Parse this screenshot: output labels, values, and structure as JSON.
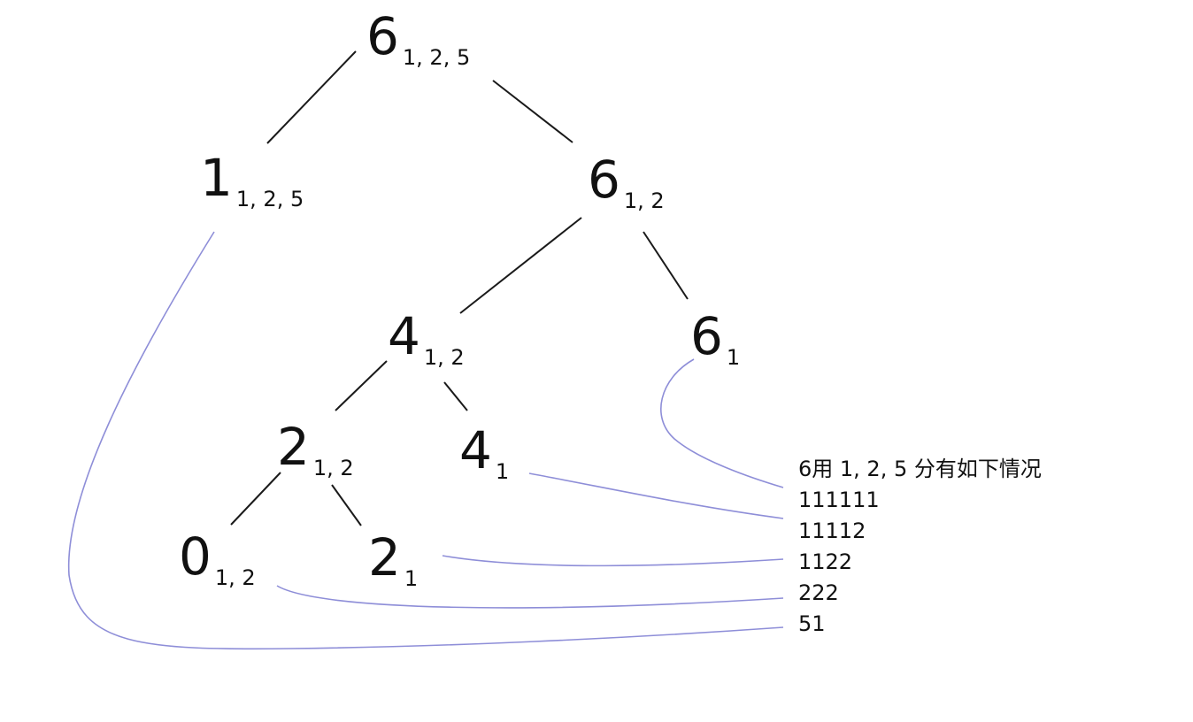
{
  "tree": {
    "nodes": [
      {
        "id": "n-root",
        "value": "6",
        "coins": "1, 2, 5"
      },
      {
        "id": "n-l1",
        "value": "1",
        "coins": "1, 2, 5"
      },
      {
        "id": "n-r1",
        "value": "6",
        "coins": "1, 2"
      },
      {
        "id": "n-r1-l",
        "value": "4",
        "coins": "1, 2"
      },
      {
        "id": "n-r1-r",
        "value": "6",
        "coins": "1"
      },
      {
        "id": "n-4-l",
        "value": "2",
        "coins": "1, 2"
      },
      {
        "id": "n-4-r",
        "value": "4",
        "coins": "1"
      },
      {
        "id": "n-2-l",
        "value": "0",
        "coins": "1, 2"
      },
      {
        "id": "n-2-r",
        "value": "2",
        "coins": "1"
      }
    ],
    "edges": [
      [
        "n-root",
        "n-l1"
      ],
      [
        "n-root",
        "n-r1"
      ],
      [
        "n-r1",
        "n-r1-l"
      ],
      [
        "n-r1",
        "n-r1-r"
      ],
      [
        "n-r1-l",
        "n-4-l"
      ],
      [
        "n-r1-l",
        "n-4-r"
      ],
      [
        "n-4-l",
        "n-2-l"
      ],
      [
        "n-4-l",
        "n-2-r"
      ]
    ]
  },
  "legend": {
    "title": "6用 1, 2, 5 分有如下情况",
    "items": [
      "111111",
      "11112",
      "1122",
      "222",
      "51"
    ]
  },
  "colors": {
    "tree_line": "#1a1a1a",
    "connector": "#8e8ed8",
    "text": "#111111"
  }
}
